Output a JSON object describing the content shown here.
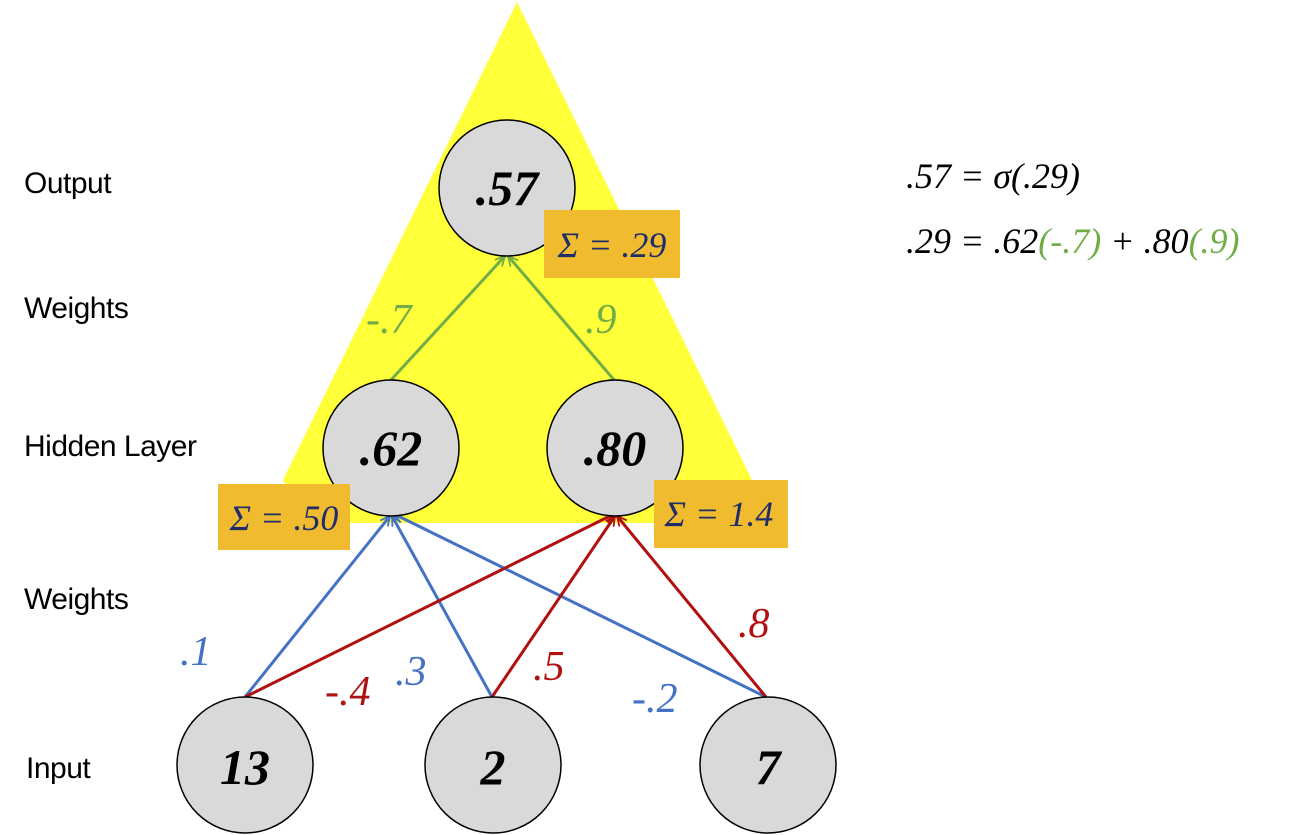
{
  "labels": {
    "output": "Output",
    "weights_top": "Weights",
    "hidden": "Hidden Layer",
    "weights_bottom": "Weights",
    "input": "Input"
  },
  "nodes": {
    "output": ".57",
    "hidden_1": ".62",
    "hidden_2": ".80",
    "input_1": "13",
    "input_2": "2",
    "input_3": "7"
  },
  "sums": {
    "output": "Σ = .29",
    "hidden_1": "Σ = .50",
    "hidden_2": "Σ = 1.4"
  },
  "weights": {
    "h1_to_out": "-.7",
    "h2_to_out": ".9",
    "in1_to_h1": ".1",
    "in1_to_h2": "-.4",
    "in2_to_h1": ".3",
    "in2_to_h2": ".5",
    "in3_to_h1": "-.2",
    "in3_to_h2": ".8"
  },
  "equations": {
    "line1": ".57 = σ(.29)",
    "line2_a": ".29 = .62",
    "line2_b": "(-.7)",
    "line2_c": " + .80",
    "line2_d": "(.9)"
  },
  "colors": {
    "triangle": "#ffff3a",
    "node_fill": "#d9d9d9",
    "sum_box": "#f0bb2e",
    "blue": "#4472c4",
    "red": "#b01010",
    "green": "#70ad47"
  }
}
